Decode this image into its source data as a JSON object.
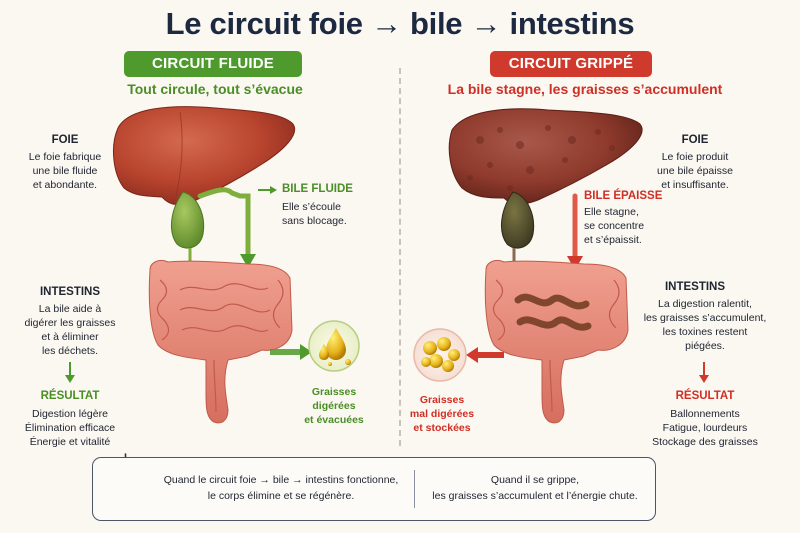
{
  "title": "Le circuit foie → bile → intestins",
  "left": {
    "badge": "CIRCUIT FLUIDE",
    "subtitle": "Tout circule, tout s’évacue",
    "foie_title": "FOIE",
    "foie_text": "Le foie fabrique\nune bile fluide\net abondante.",
    "bile_title": "BILE FLUIDE",
    "bile_text": "Elle s’écoule\nsans blocage.",
    "intestins_title": "INTESTINS",
    "intestins_text": "La bile aide à\ndigérer les graisses\net à éliminer\nles déchets.",
    "resultat_title": "RÉSULTAT",
    "resultat_text": "Digestion légère\nÉlimination efficace\nÉnergie et vitalité",
    "graisses_text": "Graisses\ndigérées\net évacuées"
  },
  "right": {
    "badge": "CIRCUIT GRIPPÉ",
    "subtitle": "La bile stagne, les graisses s’accumulent",
    "foie_title": "FOIE",
    "foie_text": "Le foie produit\nune bile épaisse\net insuffisante.",
    "bile_title": "BILE ÉPAISSE",
    "bile_text": "Elle stagne,\nse concentre\net s’épaissit.",
    "intestins_title": "INTESTINS",
    "intestins_text": "La digestion ralentit,\nles graisses s’accumulent,\nles toxines restent\npiégées.",
    "resultat_title": "RÉSULTAT",
    "resultat_text": "Ballonnements\nFatigue, lourdeurs\nStockage des graisses",
    "graisses_text": "Graisses\nmal digérées\net stockées"
  },
  "bottom": {
    "left_text": "Quand le circuit foie → bile → intestins fonctionne,\nle corps élimine et se régénère.",
    "right_text": "Quand il se grippe,\nles graisses s’accumulent et l’énergie chute."
  },
  "colors": {
    "green": "#4f9a2c",
    "red": "#d03a2c",
    "liver_healthy": "#b8442e",
    "liver_sick": "#8e3a2c",
    "intestine": "#e8897a"
  },
  "icons": [
    "arrow-right-icon",
    "arrow-down-icon",
    "arrow-left-icon",
    "lightbulb-icon",
    "fat-droplet-icon",
    "fat-globule-icon"
  ]
}
